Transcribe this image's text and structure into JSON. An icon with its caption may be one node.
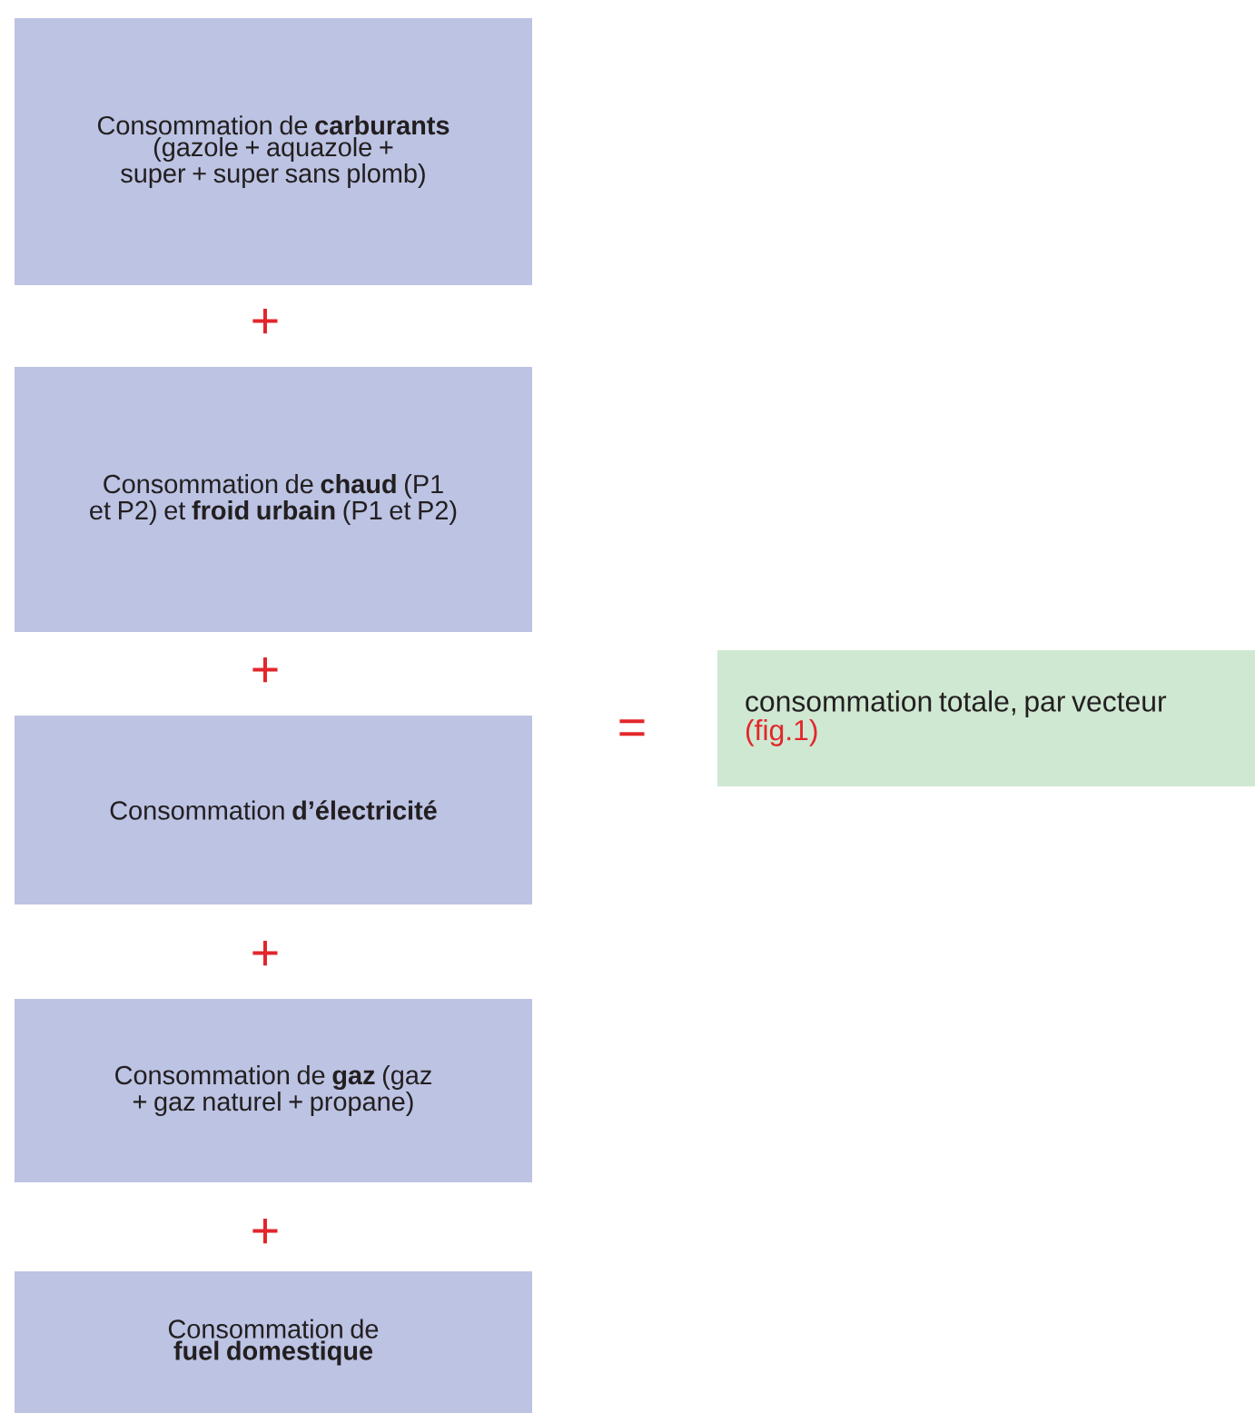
{
  "diagram": {
    "nodes": [
      {
        "text": [
          "Consommation de **carburants** (gazole + aquazole + super + super sans plomb)"
        ]
      },
      {
        "text": [
          "Consommation de **chaud** (P1 et P2) et **froid urbain** (P1 et P2)"
        ]
      },
      {
        "text": [
          "Consommation **d’électricité**"
        ]
      },
      {
        "text": [
          "Consommation de **gaz** (gaz + gaz naturel + propane)"
        ]
      },
      {
        "text": [
          "Consommation de **fuel domestique**"
        ]
      },
      {
        "text": [
          "consommation totale, par vecteur",
          "(fig.1)"
        ]
      }
    ],
    "labels": [
      "+",
      "+",
      "+",
      "+",
      "="
    ]
  }
}
